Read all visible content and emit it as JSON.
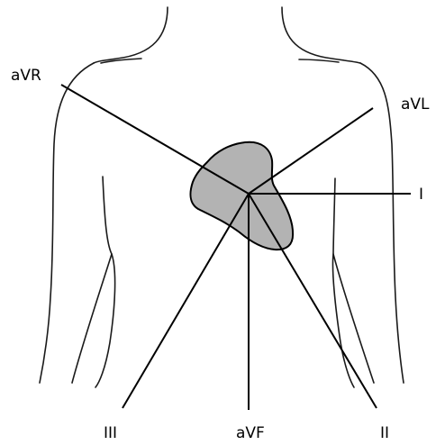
{
  "diagram": {
    "leads": {
      "avr": "aVR",
      "avl": "aVL",
      "i": "I",
      "iii": "III",
      "avf": "aVF",
      "ii": "II"
    },
    "colors": {
      "heart_fill": "#b3b3b3",
      "lines": "#000000",
      "body_outline": "#1a1a1a"
    }
  }
}
